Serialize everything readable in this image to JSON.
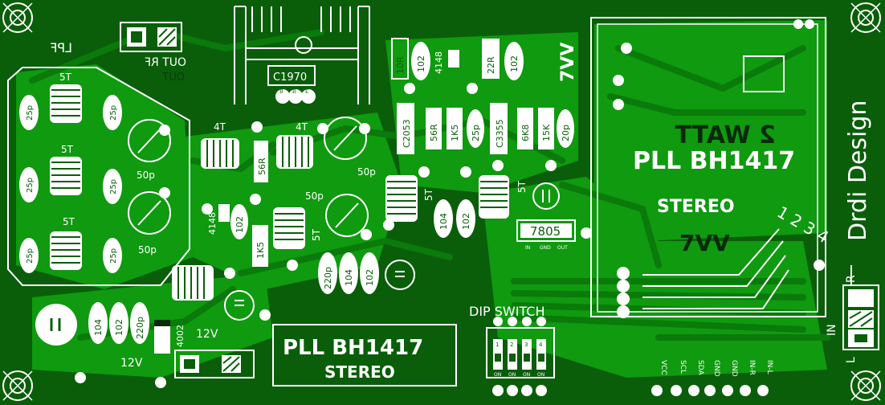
{
  "colors": {
    "board": "#0a5e0a",
    "copper": "#12a012",
    "silk": "#ffffff",
    "mask": "#111111"
  },
  "board": {
    "main_title": "PLL BH1417",
    "main_subtitle": "STEREO",
    "bottom_title": "PLL BH1417",
    "bottom_subtitle": "STEREO",
    "mirror_text": "2 WATT",
    "logo_text": "Drdi Design",
    "lpf_label": "LPF",
    "out_rf_label": "OUT RF",
    "out_rf_mirror": "OUT",
    "dip_switch_label": "DIP SWITCH",
    "dip_numbers": [
      "1",
      "2",
      "3",
      "4"
    ],
    "dip_on": [
      "ON",
      "ON",
      "ON",
      "ON"
    ],
    "side_numbers": "1 2 3 4",
    "connector_labels": [
      "VCC",
      "SCL",
      "SDA",
      "GND",
      "GND",
      "IN-R",
      "IN-L"
    ],
    "audio_in_labels": [
      "R",
      "IN",
      "L"
    ],
    "power_12v_top": "12V",
    "power_12v_left": "12V",
    "transistor_label": "C1970",
    "transistor_pins": [
      "B",
      "B",
      "E"
    ],
    "regulator_label": "7805",
    "regulator_pins": [
      "IN",
      "GND",
      "OUT"
    ],
    "diode_4002": "4002",
    "diode_4148_left": "4148",
    "diode_4148_top": "4148",
    "coils": [
      "5T",
      "5T",
      "5T",
      "4T",
      "4T",
      "5T",
      "5T",
      "5T"
    ],
    "caps_25p": [
      "25p",
      "25p",
      "25p",
      "25p",
      "25p",
      "25p"
    ],
    "trimmers": [
      "50p",
      "50p",
      "50p",
      "50p"
    ],
    "resistors": [
      "10R",
      "102",
      "22R",
      "102",
      "56R",
      "1K5",
      "25p",
      "6K8",
      "15K",
      "20p",
      "56R",
      "102",
      "1K5",
      "104",
      "102",
      "220p",
      "104",
      "102",
      "220p",
      "102",
      "104"
    ],
    "transistors_side": [
      "C2053",
      "C3355"
    ]
  }
}
